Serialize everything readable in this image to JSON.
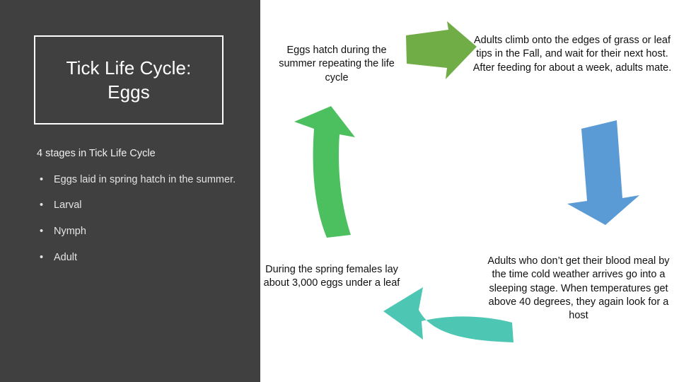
{
  "slide": {
    "background_color": "#ffffff",
    "panel_color": "#404040"
  },
  "left_panel": {
    "title": "Tick Life Cycle:\nEggs",
    "list_heading": "4 stages in Tick Life Cycle",
    "bullets": [
      {
        "marker": "•",
        "text": "Eggs laid in spring hatch in the summer."
      },
      {
        "marker": "•",
        "text": "Larval"
      },
      {
        "marker": "•",
        "text": "Nymph"
      },
      {
        "marker": "•",
        "text": "Adult"
      }
    ]
  },
  "diagram": {
    "notes": {
      "top_center": "Eggs hatch during the summer repeating the life cycle",
      "top_right": "Adults climb onto the edges of grass or leaf tips in the Fall, and wait for their next host.  After feeding for about a week, adults mate.",
      "bottom_center": "During the spring females lay about 3,000 eggs under a leaf",
      "bottom_right": "Adults who don’t get their blood meal by the time cold weather arrives go into a sleeping stage.  When temperatures get above 40 degrees, they again look for a host"
    },
    "arrows": [
      {
        "name": "arrow-green-right",
        "direction": "right",
        "color": "#70AD47"
      },
      {
        "name": "arrow-blue-down",
        "direction": "down",
        "color": "#5B9BD5"
      },
      {
        "name": "arrow-teal-left",
        "direction": "left",
        "color": "#4DC7B4"
      },
      {
        "name": "arrow-green-up",
        "direction": "up",
        "color": "#4CBF5E"
      }
    ]
  }
}
